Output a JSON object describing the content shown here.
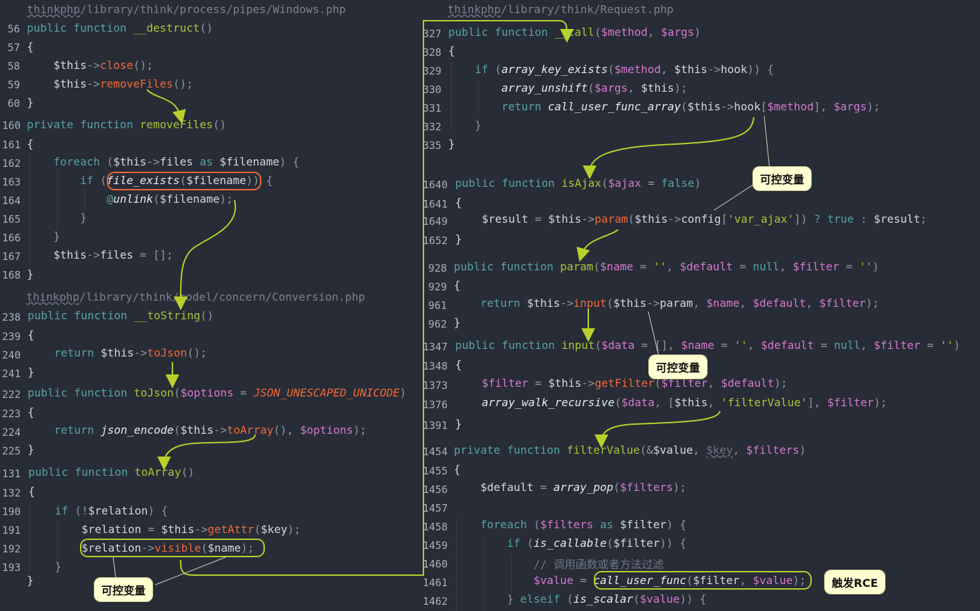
{
  "left_file_1": "thinkphp/library/think/process/pipes/Windows.php",
  "left_file_2": "thinkphp/library/think/model/concern/Conversion.php",
  "right_file_1": "thinkphp/library/think/Request.php",
  "callouts": {
    "controllable_1": "可控变量",
    "controllable_2": "可控变量",
    "controllable_3": "可控变量",
    "rce": "触发RCE"
  },
  "comment_line": "// 调用函数或者方法过滤",
  "line_numbers_left": [
    "56",
    "57",
    "58",
    "59",
    "60",
    "160",
    "161",
    "162",
    "163",
    "164",
    "165",
    "166",
    "167",
    "168",
    "238",
    "239",
    "240",
    "241",
    "222",
    "223",
    "224",
    "225",
    "131",
    "132",
    "190",
    "191",
    "192",
    "193"
  ],
  "line_numbers_right": [
    "327",
    "328",
    "329",
    "330",
    "331",
    "332",
    "335",
    "1640",
    "1641",
    "1649",
    "1652",
    "928",
    "929",
    "961",
    "962",
    "1347",
    "1348",
    "1373",
    "1376",
    "1391",
    "1454",
    "1455",
    "1456",
    "1457",
    "1458",
    "1459",
    "1460",
    "1461",
    "1462"
  ],
  "colors": {
    "background": "#272c36",
    "keyword": "#56a3a3",
    "function": "#a6c639",
    "method": "#ee6a3b",
    "variable": "#d778d0",
    "arrow": "#b8d02c",
    "highlight_box": "#ee6a3b"
  }
}
